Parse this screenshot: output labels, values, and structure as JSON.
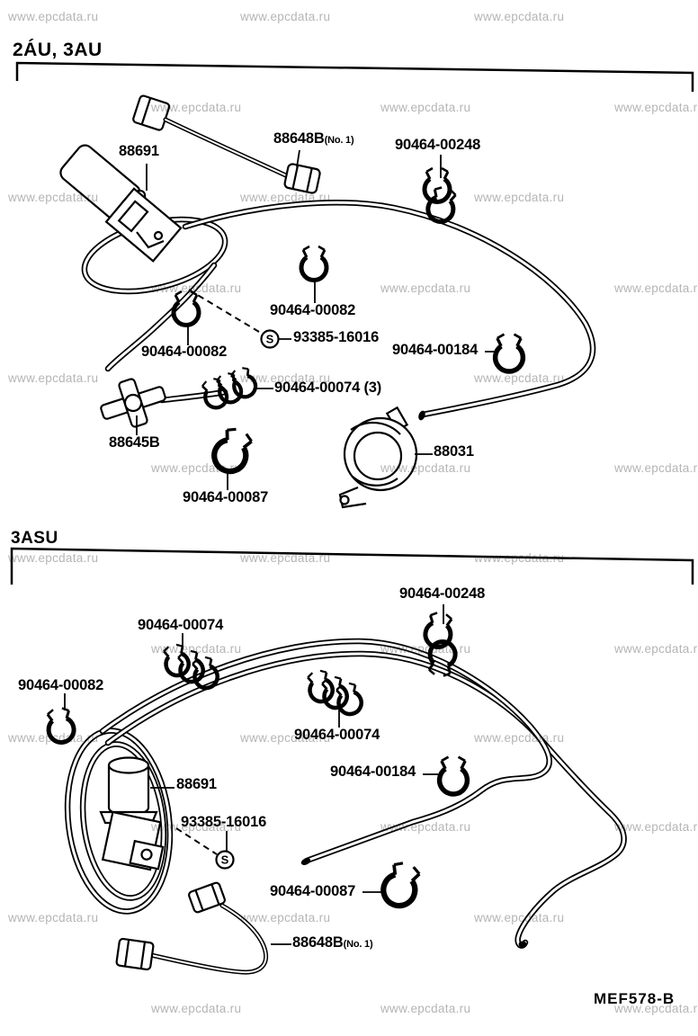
{
  "watermark_text": "www.epcdata.ru",
  "figure_code": "MEF578-B",
  "s_marker": "S",
  "colors": {
    "line": "#000000",
    "watermark": "#b5b5b5",
    "background": "#ffffff"
  },
  "top_section": {
    "header": "2ÁU, 3AU",
    "labels": {
      "solenoid": "88691",
      "wire": "88648B",
      "wire_note": "(No. 1)",
      "clamp_00248": "90464-00248",
      "clamp_00082_a": "90464-00082",
      "clamp_00082_b": "90464-00082",
      "screw": "93385-16016",
      "clamp_00184": "90464-00184",
      "clamp_00074": "90464-00074 (3)",
      "joint": "88645B",
      "valve": "88031",
      "clamp_00087": "90464-00087"
    }
  },
  "bottom_section": {
    "header": "3ASU",
    "labels": {
      "clamp_00248": "90464-00248",
      "clamp_00074_a": "90464-00074",
      "clamp_00082": "90464-00082",
      "clamp_00074_b": "90464-00074",
      "clamp_00184": "90464-00184",
      "solenoid": "88691",
      "screw": "93385-16016",
      "clamp_00087": "90464-00087",
      "wire": "88648B",
      "wire_note": "(No. 1)"
    }
  }
}
